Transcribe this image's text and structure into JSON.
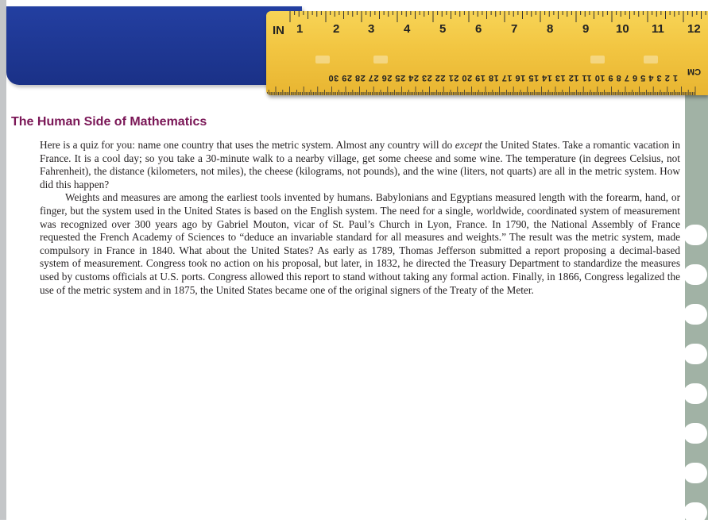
{
  "ruler": {
    "inch_label": "IN",
    "inch_numbers": [
      "1",
      "2",
      "3",
      "4",
      "5",
      "6",
      "7",
      "8",
      "9",
      "10",
      "11",
      "12"
    ],
    "cm_label": "CM",
    "cm_numbers": "1 2 3 4 5 6 7 8 9 10 11 12 13 14 15 16 17 18 19 20 21 22 23 24 25 26 27 28 29 30"
  },
  "section": {
    "title": "The Human Side of Mathematics"
  },
  "body": {
    "p1_before_em": "Here is a quiz for you: name one country that uses the metric system. Almost any country will do ",
    "p1_em": "except",
    "p1_after_em": " the United States. Take a romantic vacation in France. It is a cool day; so you take a 30-minute walk to a nearby village, get some cheese and some wine. The temperature (in degrees Celsius, not Fahrenheit), the distance (kilometers, not miles), the cheese (kilograms, not pounds), and the wine (liters, not quarts) are all in the metric system. How did this happen?",
    "p2": "Weights and measures are among the earliest tools invented by humans. Babylonians and Egyptians measured length with the forearm, hand, or finger, but the system used in the United States is based on the English system. The need for a single, worldwide, coordinated system of measurement was recognized over 300 years ago by Gabriel Mouton, vicar of St. Paul’s Church in Lyon, France. In 1790, the National Assembly of France requested the French Academy of Sciences to “deduce an invariable standard for all measures and weights.” The result was the metric system, made compulsory in France in 1840. What about the United States? As early as 1789, Thomas Jefferson submitted a report proposing a decimal-based system of measurement. Congress took no action on his proposal, but later, in 1832, he directed the Treasury Department to standardize the measures used by customs officials at U.S. ports. Congress allowed this report to stand without taking any formal action. Finally, in 1866, Congress legalized the use of the metric system and in 1875, the United States became one of the original signers of the Treaty of the Meter."
  },
  "colors": {
    "banner": "#1a3187",
    "ruler": "#f2c541",
    "title": "#7a1656",
    "side_strip": "#a1b2a5"
  }
}
